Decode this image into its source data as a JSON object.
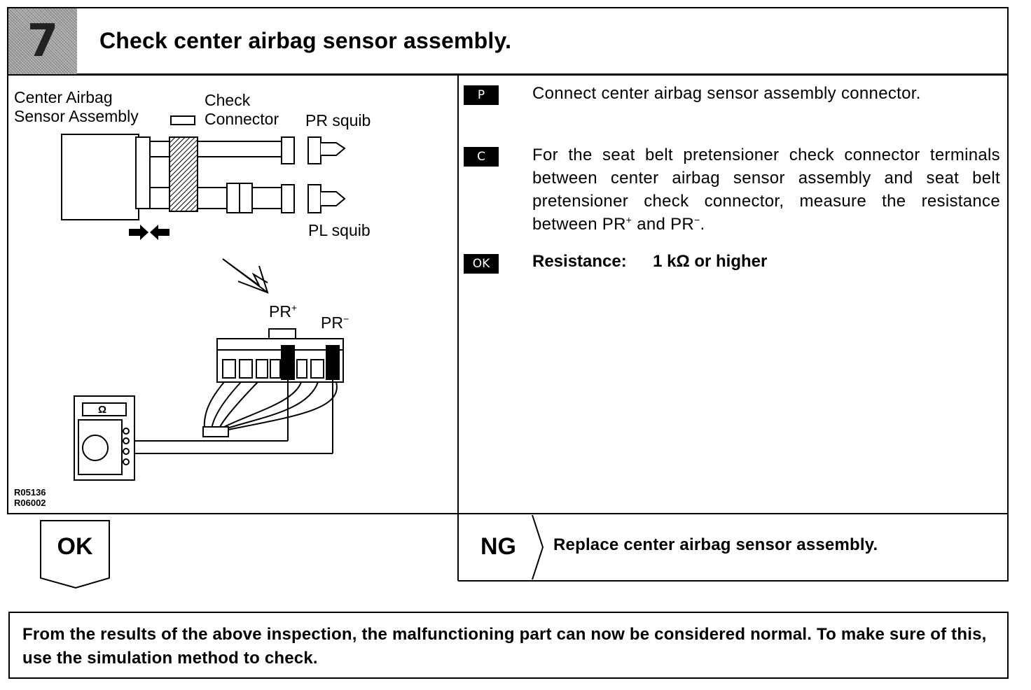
{
  "header": {
    "step_number": "7",
    "title": "Check center airbag sensor assembly."
  },
  "diagram": {
    "label_center_airbag_line1": "Center Airbag",
    "label_center_airbag_line2": "Sensor Assembly",
    "label_check_line1": "Check",
    "label_check_line2": "Connector",
    "label_pr_squib": "PR squib",
    "label_pl_squib": "PL squib",
    "label_pr_plus": "PR",
    "label_pr_minus": "PR",
    "plus_sign": "+",
    "minus_sign": "−",
    "ohm_symbol": "Ω",
    "ref_code_1": "R05136",
    "ref_code_2": "R06002"
  },
  "instructions": {
    "p_tag": "P",
    "p_text": "Connect center airbag sensor assembly connector.",
    "c_tag": "C",
    "c_text_part1": "For the seat belt pretensioner check connector terminals between center airbag sensor assembly and seat belt pretensioner check connector, measure the resistance between PR",
    "c_text_plus": "+",
    "c_text_and": " and PR",
    "c_text_minus": "−",
    "c_text_end": ".",
    "ok_tag": "OK",
    "ok_label": "Resistance:",
    "ok_value": "1 kΩ or higher"
  },
  "results": {
    "ok_label": "OK",
    "ng_label": "NG",
    "ng_action": "Replace center airbag sensor assembly."
  },
  "note": {
    "text": "From the results of the above inspection, the malfunctioning part can now be considered normal. To make sure of this, use the simulation method to check."
  }
}
